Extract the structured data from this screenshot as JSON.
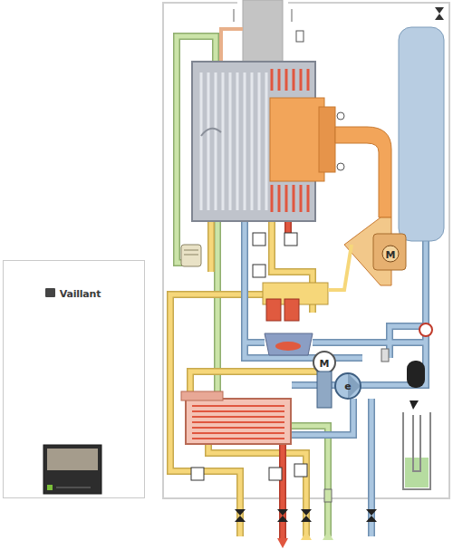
{
  "diagram": {
    "nodes": [
      {
        "text": [
          "Vaillant"
        ]
      }
    ],
    "labels": [
      "M",
      "M",
      "e"
    ]
  }
}
